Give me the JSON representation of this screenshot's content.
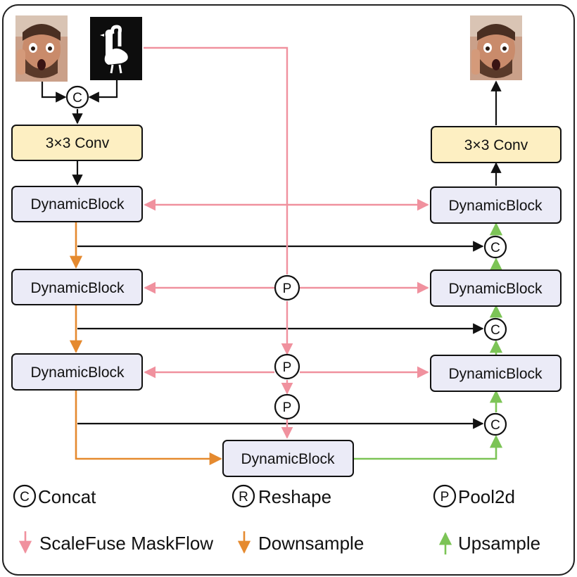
{
  "diagram": {
    "nodes": {
      "conv_in": "3×3 Conv",
      "conv_out": "3×3 Conv",
      "enc1": "DynamicBlock",
      "enc2": "DynamicBlock",
      "enc3": "DynamicBlock",
      "bottleneck": "DynamicBlock",
      "dec1": "DynamicBlock",
      "dec2": "DynamicBlock",
      "dec3": "DynamicBlock"
    },
    "symbols": {
      "concat": "C",
      "pool": "P",
      "reshape": "R"
    },
    "legend": {
      "concat": "Concat",
      "reshape": "Reshape",
      "pool": "Pool2d",
      "maskflow": "ScaleFuse MaskFlow",
      "downsample": "Downsample",
      "upsample": "Upsample"
    },
    "colors": {
      "maskflow": "#f0919e",
      "downsample": "#e58a2f",
      "upsample": "#7cc456",
      "conv_fill": "#fdefc2",
      "block_fill": "#ebebf7",
      "stroke": "#111111"
    },
    "images": {
      "input_photo": "face-photo",
      "input_mask": "goose-mask",
      "output_photo": "face-photo"
    }
  }
}
